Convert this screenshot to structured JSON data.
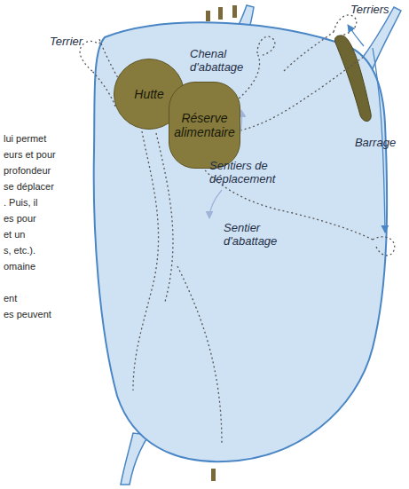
{
  "diagram": {
    "nodes": [
      {
        "text": [
          "Hutte"
        ]
      },
      {
        "text": [
          "Réserve alimentaire"
        ]
      },
      {
        "text": [
          "Barrage"
        ]
      }
    ],
    "labels": [
      "Terriers",
      "Chenal d'abattage",
      "Terrier",
      "Sentiers de déplacement",
      "Sentier d'abattage",
      "lui permet",
      "eurs et pour",
      "profondeur",
      "se déplacer",
      ". Puis, il",
      "es pour",
      "et un",
      "s, etc.).",
      "omaine",
      "ent",
      "es peuvent"
    ]
  }
}
